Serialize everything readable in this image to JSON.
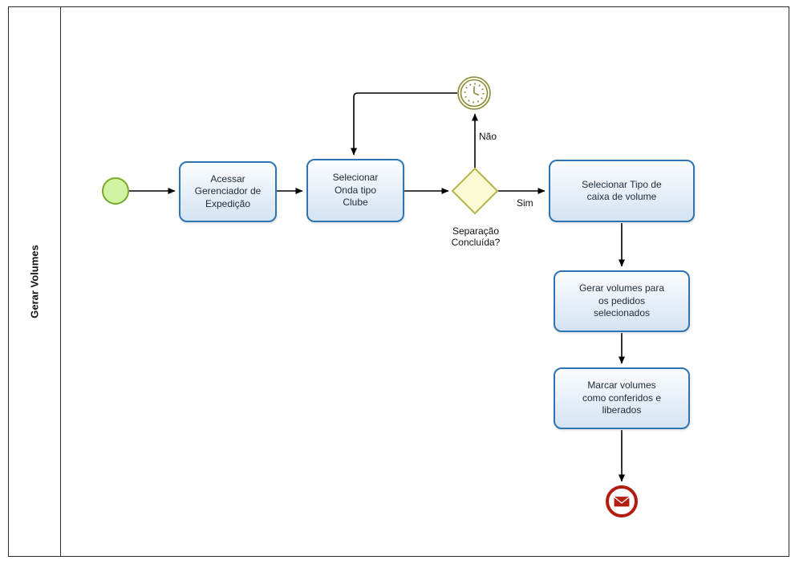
{
  "lane": {
    "label": "Gerar Volumes"
  },
  "tasks": {
    "task1": {
      "label": [
        "Acessar",
        "Gerenciador de",
        "Expedição"
      ]
    },
    "task2": {
      "label": [
        "Selecionar",
        "Onda tipo",
        "Clube"
      ]
    },
    "task3": {
      "label": [
        "Selecionar Tipo de",
        "caixa de volume"
      ]
    },
    "task4": {
      "label": [
        "Gerar volumes para",
        "os pedidos",
        "selecionados"
      ]
    },
    "task5": {
      "label": [
        "Marcar volumes",
        "como conferidos e",
        "liberados"
      ]
    }
  },
  "gateway": {
    "label": [
      "Separação",
      "Concluída?"
    ]
  },
  "flows": {
    "no_label": "Não",
    "yes_label": "Sim"
  },
  "events": {
    "start": "start-event",
    "timer": "timer-intermediate-event",
    "end": "message-end-event"
  },
  "icons": [
    "timer-clock-icon",
    "envelope-icon"
  ],
  "colors": {
    "frame_border": "#2b2b2b",
    "task_border": "#2c74b2",
    "task_fill_top": "#fcfdfe",
    "task_fill_bottom": "#d4e3f3",
    "task_text": "#1f2a36",
    "start_fill": "#d2f3a2",
    "start_border": "#76aa27",
    "gateway_fill": "#fbfad5",
    "gateway_border": "#b5b54a",
    "timer_color": "#8a8a3d",
    "timer_fill": "#fdfcee",
    "end_border": "#b21d0f",
    "end_fill": "#ffffff",
    "envelope_fill": "#b21d0f",
    "connector": "#000000"
  }
}
